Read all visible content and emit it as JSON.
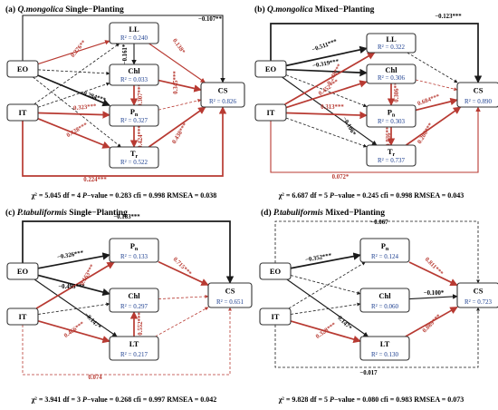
{
  "colors": {
    "negative": "#1a1a1a",
    "positive": "#b83a32",
    "r2": "#1a3d8f"
  },
  "panels": [
    {
      "id": "a",
      "title_prefix": "(a) ",
      "title_species": "Q.mongolica",
      "title_suffix": " Single−Planting",
      "nodes": [
        {
          "id": "EO",
          "label": "EO",
          "sub": "",
          "r2": ""
        },
        {
          "id": "IT",
          "label": "IT",
          "sub": "",
          "r2": ""
        },
        {
          "id": "LL",
          "label": "LL",
          "sub": "",
          "r2": "R² = 0.240"
        },
        {
          "id": "Chl",
          "label": "Chl",
          "sub": "",
          "r2": "R² = 0.033"
        },
        {
          "id": "Pn",
          "label": "P",
          "sub": "n",
          "r2": "R² = 0.327"
        },
        {
          "id": "Tr",
          "label": "T",
          "sub": "r",
          "r2": "R² = 0.522"
        },
        {
          "id": "CS",
          "label": "CS",
          "sub": "",
          "r2": "R² = 0.826"
        }
      ],
      "fit": {
        "chi": "χ² = 5.045 df = 4 ",
        "p_label": "P",
        "rest": "−value = 0.283 cfi = 0.998 RMSEA = 0.038"
      }
    },
    {
      "id": "b",
      "title_prefix": "(b) ",
      "title_species": "Q.mongolica",
      "title_suffix": " Mixed−Planting",
      "nodes": [
        {
          "id": "EO",
          "label": "EO",
          "sub": "",
          "r2": ""
        },
        {
          "id": "IT",
          "label": "IT",
          "sub": "",
          "r2": ""
        },
        {
          "id": "LL",
          "label": "LL",
          "sub": "",
          "r2": "R² = 0.322"
        },
        {
          "id": "Chl",
          "label": "Chl",
          "sub": "",
          "r2": "R² = 0.306"
        },
        {
          "id": "Pn",
          "label": "P",
          "sub": "n",
          "r2": "R² = 0.303"
        },
        {
          "id": "Tr",
          "label": "T",
          "sub": "r",
          "r2": "R² = 0.737"
        },
        {
          "id": "CS",
          "label": "CS",
          "sub": "",
          "r2": "R² = 0.890"
        }
      ],
      "fit": {
        "chi": "χ² = 6.687 df = 5 ",
        "p_label": "P",
        "rest": "−value = 0.245 cfi = 0.998 RMSEA = 0.043"
      }
    },
    {
      "id": "c",
      "title_prefix": "(c) ",
      "title_species": "P.tabuliformis",
      "title_suffix": " Single−Planting",
      "nodes": [
        {
          "id": "EO",
          "label": "EO",
          "sub": "",
          "r2": ""
        },
        {
          "id": "IT",
          "label": "IT",
          "sub": "",
          "r2": ""
        },
        {
          "id": "Pn",
          "label": "P",
          "sub": "n",
          "r2": "R² = 0.133"
        },
        {
          "id": "Chl",
          "label": "Chl",
          "sub": "",
          "r2": "R² = 0.297"
        },
        {
          "id": "LT",
          "label": "LT",
          "sub": "",
          "r2": "R² = 0.217"
        },
        {
          "id": "CS",
          "label": "CS",
          "sub": "",
          "r2": "R² = 0.651"
        }
      ],
      "fit": {
        "chi": "χ² = 3.941 df = 3 ",
        "p_label": "P",
        "rest": "−value = 0.268 cfi = 0.997 RMSEA = 0.042"
      }
    },
    {
      "id": "d",
      "title_prefix": "(d) ",
      "title_species": "P.tabuliformis",
      "title_suffix": " Mixed−Planting",
      "nodes": [
        {
          "id": "EO",
          "label": "EO",
          "sub": "",
          "r2": ""
        },
        {
          "id": "IT",
          "label": "IT",
          "sub": "",
          "r2": ""
        },
        {
          "id": "Pn",
          "label": "P",
          "sub": "n",
          "r2": "R² = 0.124"
        },
        {
          "id": "Chl",
          "label": "Chl",
          "sub": "",
          "r2": "R² = 0.060"
        },
        {
          "id": "LT",
          "label": "LT",
          "sub": "",
          "r2": "R² = 0.130"
        },
        {
          "id": "CS",
          "label": "CS",
          "sub": "",
          "r2": "R² = 0.723"
        }
      ],
      "fit": {
        "chi": "χ² = 9.828 df = 5 ",
        "p_label": "P",
        "rest": "−value = 0.080 cfi = 0.983 RMSEA = 0.073"
      }
    }
  ],
  "paths": {
    "a": [
      {
        "from": "EO",
        "to": "LL",
        "coef": "0.276**",
        "sign": "pos",
        "dashed": false
      },
      {
        "from": "EO",
        "to": "Chl",
        "coef": "",
        "sign": "neg",
        "dashed": true
      },
      {
        "from": "EO",
        "to": "Pn",
        "coef": "−0.284***",
        "sign": "neg",
        "dashed": false
      },
      {
        "from": "EO",
        "to": "Tr",
        "coef": "",
        "sign": "neg",
        "dashed": true
      },
      {
        "from": "IT",
        "to": "LL",
        "coef": "",
        "sign": "neg",
        "dashed": true
      },
      {
        "from": "IT",
        "to": "Chl",
        "coef": "",
        "sign": "neg",
        "dashed": true
      },
      {
        "from": "IT",
        "to": "Pn",
        "coef": "0.323***",
        "sign": "pos",
        "dashed": false
      },
      {
        "from": "IT",
        "to": "Tr",
        "coef": "0.428***",
        "sign": "pos",
        "dashed": false
      },
      {
        "from": "LL",
        "to": "Chl",
        "coef": "−0.161*",
        "sign": "neg",
        "dashed": false
      },
      {
        "from": "Chl",
        "to": "Pn",
        "coef": "0.307***",
        "sign": "pos",
        "dashed": false
      },
      {
        "from": "Pn",
        "to": "Tr",
        "coef": "0.424***",
        "sign": "pos",
        "dashed": false
      },
      {
        "from": "LL",
        "to": "CS",
        "coef": "0.138*",
        "sign": "pos",
        "dashed": false
      },
      {
        "from": "Chl",
        "to": "CS",
        "coef": "0.345***",
        "sign": "pos",
        "dashed": false
      },
      {
        "from": "Pn",
        "to": "CS",
        "coef": "",
        "sign": "pos",
        "dashed": true
      },
      {
        "from": "Tr",
        "to": "CS",
        "coef": "0.438***",
        "sign": "pos",
        "dashed": false
      },
      {
        "from": "EO",
        "to": "CS",
        "coef": "−0.107**",
        "sign": "neg",
        "dashed": false,
        "route": "top"
      },
      {
        "from": "IT",
        "to": "CS",
        "coef": "0.224***",
        "sign": "pos",
        "dashed": false,
        "route": "bottom"
      }
    ],
    "b": [
      {
        "from": "EO",
        "to": "LL",
        "coef": "−0.511***",
        "sign": "neg",
        "dashed": false
      },
      {
        "from": "EO",
        "to": "Chl",
        "coef": "−0.319***",
        "sign": "neg",
        "dashed": false
      },
      {
        "from": "EO",
        "to": "Pn",
        "coef": "",
        "sign": "neg",
        "dashed": true
      },
      {
        "from": "EO",
        "to": "Tr",
        "coef": "−0.106*",
        "sign": "neg",
        "dashed": false
      },
      {
        "from": "IT",
        "to": "LL",
        "coef": "0.248***",
        "sign": "pos",
        "dashed": false
      },
      {
        "from": "IT",
        "to": "Chl",
        "coef": "0.452***",
        "sign": "pos",
        "dashed": false
      },
      {
        "from": "IT",
        "to": "Pn",
        "coef": "0.313***",
        "sign": "pos",
        "dashed": false
      },
      {
        "from": "IT",
        "to": "Tr",
        "coef": "",
        "sign": "neg",
        "dashed": true
      },
      {
        "from": "Chl",
        "to": "Pn",
        "coef": "0.306***",
        "sign": "pos",
        "dashed": false
      },
      {
        "from": "Pn",
        "to": "Tr",
        "coef": "0.836***",
        "sign": "pos",
        "dashed": false
      },
      {
        "from": "LL",
        "to": "CS",
        "coef": "",
        "sign": "neg",
        "dashed": true
      },
      {
        "from": "Chl",
        "to": "CS",
        "coef": "",
        "sign": "pos",
        "dashed": true
      },
      {
        "from": "Pn",
        "to": "CS",
        "coef": "0.684***",
        "sign": "pos",
        "dashed": false
      },
      {
        "from": "Tr",
        "to": "CS",
        "coef": "0.208***",
        "sign": "pos",
        "dashed": false
      },
      {
        "from": "EO",
        "to": "CS",
        "coef": "−0.123***",
        "sign": "neg",
        "dashed": false,
        "route": "top"
      },
      {
        "from": "IT",
        "to": "CS",
        "coef": "0.072*",
        "sign": "pos",
        "dashed": false,
        "route": "bottom"
      }
    ],
    "c": [
      {
        "from": "EO",
        "to": "Pn",
        "coef": "−0.326***",
        "sign": "neg",
        "dashed": false
      },
      {
        "from": "EO",
        "to": "Chl",
        "coef": "−0.495***",
        "sign": "neg",
        "dashed": false
      },
      {
        "from": "EO",
        "to": "LT",
        "coef": "−0.147*",
        "sign": "neg",
        "dashed": false
      },
      {
        "from": "IT",
        "to": "Pn",
        "coef": "0.163***",
        "sign": "pos",
        "dashed": false
      },
      {
        "from": "IT",
        "to": "Chl",
        "coef": "",
        "sign": "neg",
        "dashed": true
      },
      {
        "from": "IT",
        "to": "LT",
        "coef": "0.466***",
        "sign": "pos",
        "dashed": false
      },
      {
        "from": "LT",
        "to": "Chl",
        "coef": "0.552***",
        "sign": "pos",
        "dashed": false
      },
      {
        "from": "Pn",
        "to": "CS",
        "coef": "0.715***",
        "sign": "pos",
        "dashed": false
      },
      {
        "from": "Chl",
        "to": "CS",
        "coef": "",
        "sign": "pos",
        "dashed": true
      },
      {
        "from": "LT",
        "to": "CS",
        "coef": "",
        "sign": "pos",
        "dashed": true
      },
      {
        "from": "EO",
        "to": "CS",
        "coef": "−0.163***",
        "sign": "neg",
        "dashed": false,
        "route": "top"
      },
      {
        "from": "IT",
        "to": "CS",
        "coef": "0.074",
        "sign": "pos",
        "dashed": true,
        "route": "bottom"
      }
    ],
    "d": [
      {
        "from": "EO",
        "to": "Pn",
        "coef": "−0.352***",
        "sign": "neg",
        "dashed": false
      },
      {
        "from": "EO",
        "to": "Chl",
        "coef": "",
        "sign": "neg",
        "dashed": true
      },
      {
        "from": "EO",
        "to": "LT",
        "coef": "−0.147*",
        "sign": "neg",
        "dashed": false
      },
      {
        "from": "IT",
        "to": "Pn",
        "coef": "",
        "sign": "neg",
        "dashed": true
      },
      {
        "from": "IT",
        "to": "Chl",
        "coef": "",
        "sign": "neg",
        "dashed": true
      },
      {
        "from": "IT",
        "to": "LT",
        "coef": "0.328***",
        "sign": "pos",
        "dashed": false
      },
      {
        "from": "Pn",
        "to": "CS",
        "coef": "0.811***",
        "sign": "pos",
        "dashed": false
      },
      {
        "from": "Chl",
        "to": "CS",
        "coef": "−0.100*",
        "sign": "neg",
        "dashed": false
      },
      {
        "from": "LT",
        "to": "CS",
        "coef": "0.089***",
        "sign": "pos",
        "dashed": false
      },
      {
        "from": "EO",
        "to": "CS",
        "coef": "−0.067",
        "sign": "neg",
        "dashed": true,
        "route": "top"
      },
      {
        "from": "IT",
        "to": "CS",
        "coef": "−0.017",
        "sign": "neg",
        "dashed": true,
        "route": "bottom"
      }
    ]
  }
}
